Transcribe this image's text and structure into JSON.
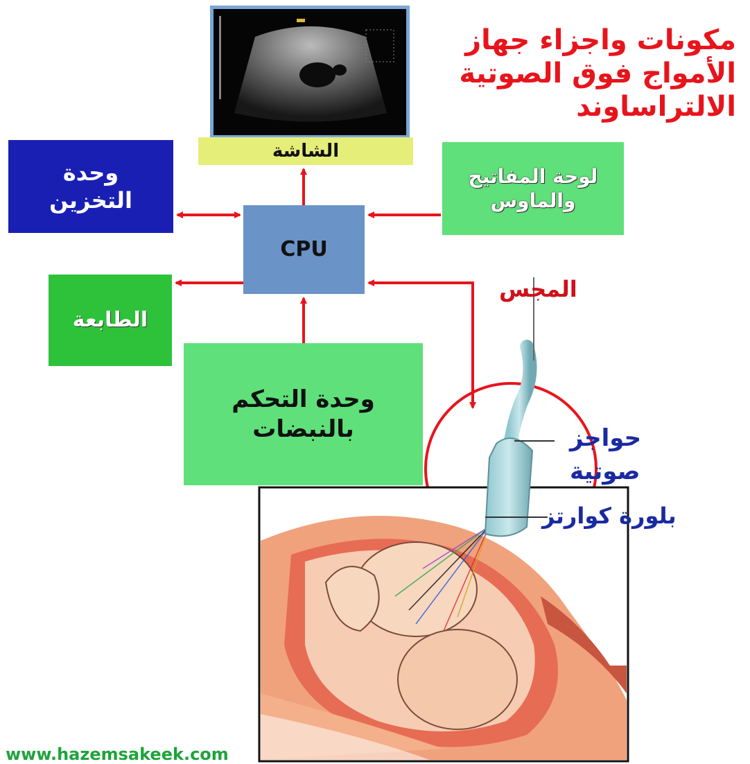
{
  "title": {
    "line1": "مكونات واجزاء جهاز",
    "line2": "الأمواج فوق الصوتية",
    "line3": "الالتراساوند"
  },
  "components": {
    "screen": "الشاشة",
    "storage_line1": "وحدة",
    "storage_line2": "التخزين",
    "keyboard_line1": "لوحة المفاتيح",
    "keyboard_line2": "والماوس",
    "cpu": "CPU",
    "printer": "الطابعة",
    "pulse_line1": "وحدة التحكم",
    "pulse_line2": "بالنبضات"
  },
  "annotations": {
    "probe": "المجس",
    "acoustic_line1": "حواجز",
    "acoustic_line2": "صوتية",
    "crystal": "بلورة كوارتز"
  },
  "watermark": "www.hazemsakeek.com",
  "colors": {
    "arrow": "#e8141c",
    "storage": "#1a1fb4",
    "keyboard": "#5fe07a",
    "cpu": "#6a93c8",
    "printer": "#2ec23a",
    "pulse": "#5fe07a",
    "screen_label": "#e6ee7a",
    "title": "#e8141c",
    "annotation": "#1a2aa0"
  }
}
